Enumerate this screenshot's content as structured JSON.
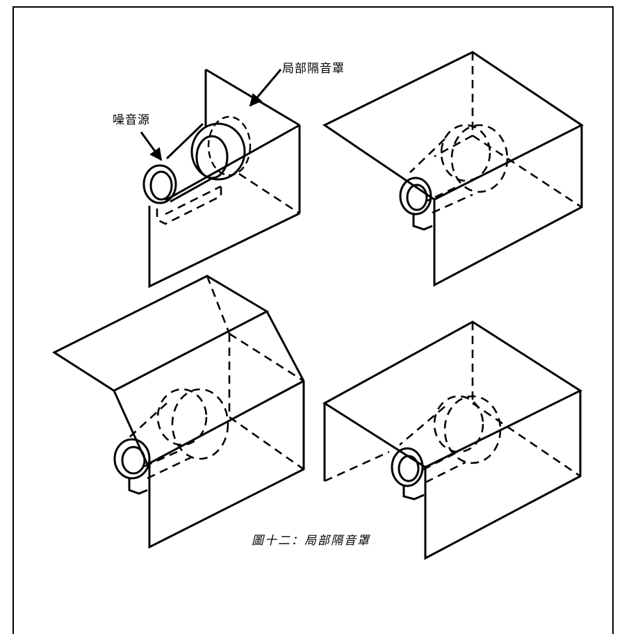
{
  "labels": {
    "enclosure_label": "局部隔音罩",
    "noise_source_label": "噪音源"
  },
  "caption": "圖十二：局部隔音罩"
}
